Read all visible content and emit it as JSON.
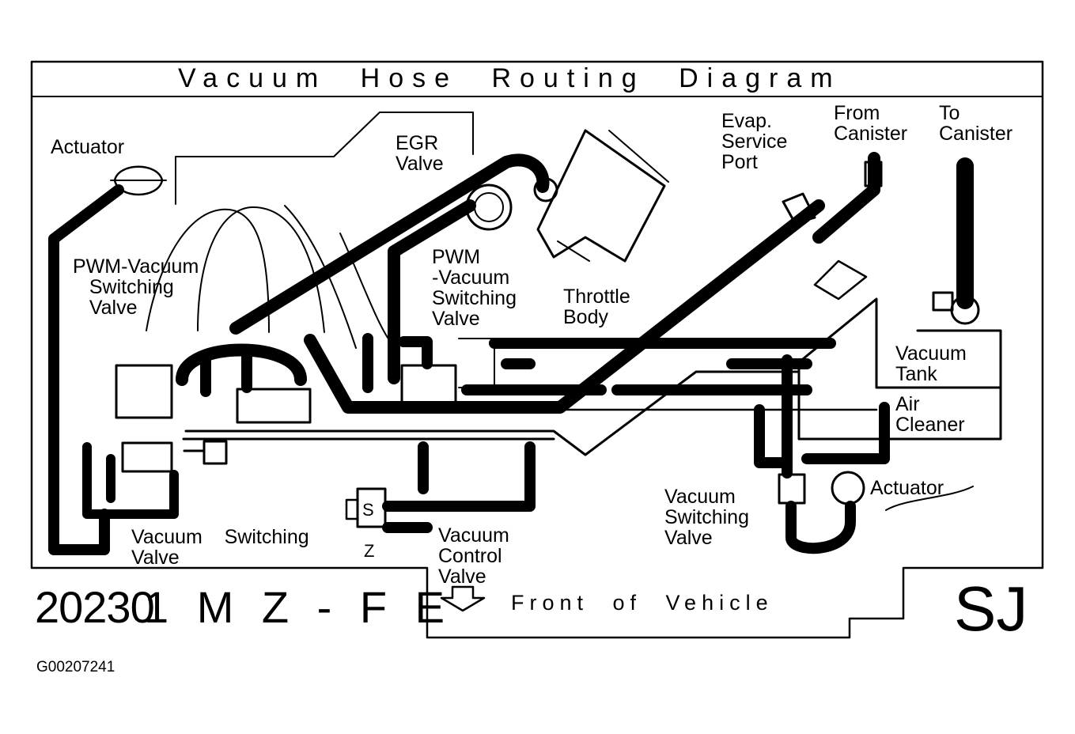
{
  "title": "Vacuum Hose Routing Diagram",
  "labels": {
    "actuator_left": "Actuator",
    "egr_valve": "EGR\nValve",
    "evap_service_port": "Evap.\nService\nPort",
    "from_canister": "From\nCanister",
    "to_canister": "To\nCanister",
    "pwm_vsv_left": "PWM-Vacuum\n   Switching\n   Valve",
    "pwm_vsv_center": "PWM\n-Vacuum\nSwitching\nValve",
    "throttle_body": "Throttle\nBody",
    "vacuum_tank": "Vacuum\nTank",
    "air_cleaner": "Air\nCleaner",
    "actuator_right": "Actuator",
    "vsv_right": "Vacuum\nSwitching\nValve",
    "vsv_bottom": "Vacuum    Switching\nValve",
    "vacuum_control_valve": "Vacuum\nControl\nValve",
    "s_letter": "S",
    "z_letter": "Z"
  },
  "front_of_vehicle": "Front of Vehicle",
  "code_number": "20230",
  "engine_code": "1 M Z - F E",
  "sj_mark": "SJ",
  "figure_id": "G00207241"
}
